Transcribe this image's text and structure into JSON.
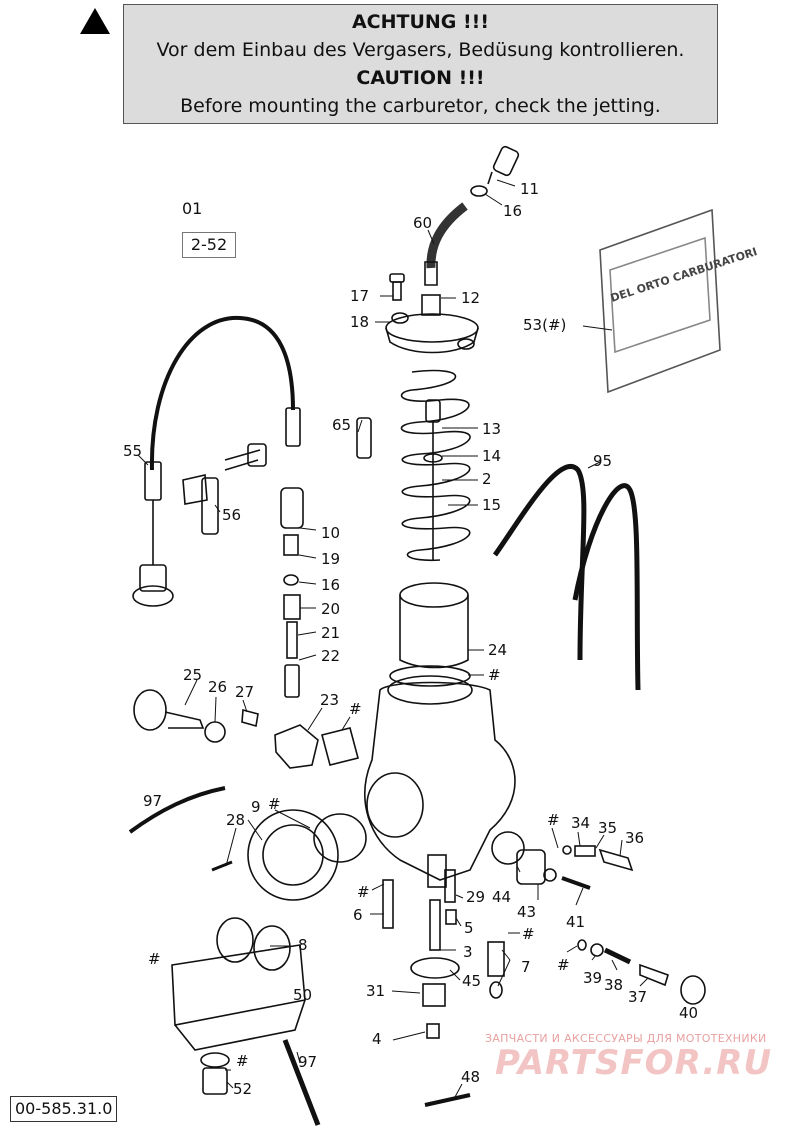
{
  "caution": {
    "line1": "ACHTUNG !!!",
    "line2": "Vor dem Einbau des Vergasers, Bedüsung kontrollieren.",
    "line3": "CAUTION !!!",
    "line4": "Before mounting the carburetor, check the jetting."
  },
  "reference": {
    "number": "01",
    "range": "2-52"
  },
  "doc_number": "00-585.31.0",
  "package_text": "DEL ORTO CARBURATORI",
  "watermark": {
    "tagline": "ЗАПЧАСТИ И АКСЕССУАРЫ ДЛЯ МОТОТЕХНИКИ",
    "brand": "PARTSFOR.RU"
  },
  "labels": {
    "p11": "11",
    "p16a": "16",
    "p60": "60",
    "p17": "17",
    "p12": "12",
    "p18": "18",
    "p53": "53(#)",
    "p65": "65",
    "p13": "13",
    "p14": "14",
    "p2": "2",
    "p15": "15",
    "p95": "95",
    "p55": "55",
    "p56": "56",
    "p10": "10",
    "p19": "19",
    "p16b": "16",
    "p20": "20",
    "p21": "21",
    "p22": "22",
    "p24": "24",
    "h1": "#",
    "p25": "25",
    "p26": "26",
    "p27": "27",
    "p23": "23",
    "h2": "#",
    "p97a": "97",
    "p9": "9",
    "h3": "#",
    "p28": "28",
    "h4": "#",
    "p34": "34",
    "p35": "35",
    "p36": "36",
    "h5": "#",
    "p6": "6",
    "p29": "29",
    "p44": "44",
    "p43": "43",
    "p41": "41",
    "p5": "5",
    "h6": "#",
    "p8": "8",
    "h7": "#",
    "p3": "3",
    "p7": "7",
    "h8": "#",
    "p39": "39",
    "p38": "38",
    "p45": "45",
    "p31": "31",
    "p50": "50",
    "p37": "37",
    "p40": "40",
    "p4": "4",
    "h9": "#",
    "p97b": "97",
    "p52": "52",
    "p48": "48"
  }
}
